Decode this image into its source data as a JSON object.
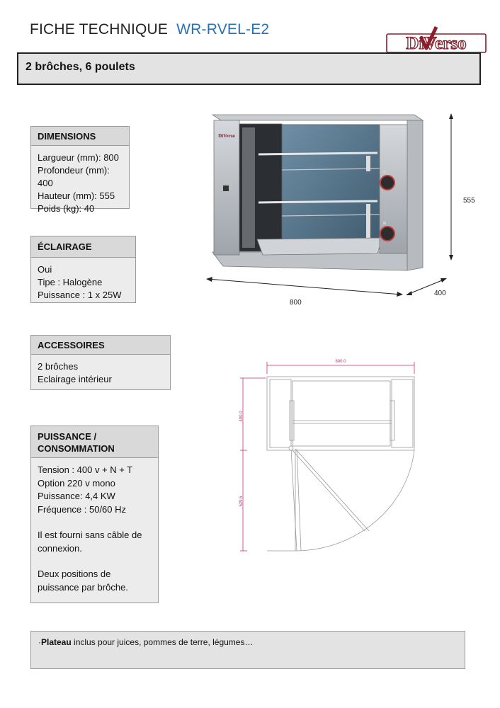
{
  "header": {
    "title": "FICHE TECHNIQUE",
    "model": "WR-RVEL-E2",
    "brand": "DiVerso"
  },
  "subtitle": "2 brôches, 6 poulets",
  "dimensions": {
    "title": "DIMENSIONS",
    "lines": [
      "Largueur (mm): 800",
      "Profondeur (mm): 400",
      "Hauteur (mm): 555",
      "Poids (kg): 40"
    ]
  },
  "eclairage": {
    "title": "ÉCLAIRAGE",
    "lines": [
      "Oui",
      "Tipe : Halogène",
      "Puissance : 1 x 25W"
    ]
  },
  "accessoires": {
    "title": "ACCESSOIRES",
    "lines": [
      "2 brôches",
      "Eclairage intérieur"
    ]
  },
  "puissance": {
    "title_line1": "PUISSANCE /",
    "title_line2": "CONSOMMATION",
    "lines": [
      "Tension : 400 v + N + T",
      "Option 220 v mono",
      "Puissance: 4,4 KW",
      "Fréquence : 50/60 Hz"
    ],
    "para1_line1": "Il est fourni sans câble de",
    "para1_line2": "connexion.",
    "para2_line1": "Deux positions de",
    "para2_line2": "puissance par brôche."
  },
  "product_image": {
    "brand_mark": "DiVerso",
    "width_label": "800",
    "depth_label": "400",
    "height_label": "555"
  },
  "drawing": {
    "width_label": "800.0",
    "depth_label": "400.0",
    "door_label": "529.5"
  },
  "note": {
    "prefix": "·",
    "bold": "Plateau",
    "rest": " inclus pour juices, pommes de terre, légumes…"
  },
  "colors": {
    "model_blue": "#2a6fb8",
    "brand_red": "#8b1e2a",
    "dimension_magenta": "#c0307a"
  }
}
